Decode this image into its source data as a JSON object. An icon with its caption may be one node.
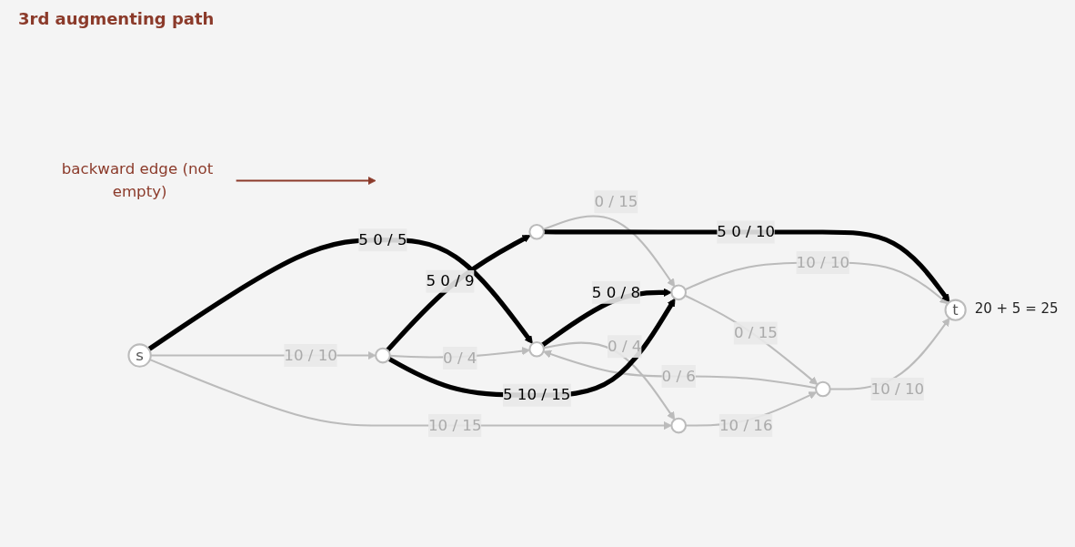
{
  "diagram": {
    "title": "3rd augmenting path",
    "nodes": [
      {
        "text": [],
        "shape": "circle"
      },
      {
        "text": [],
        "shape": "circle"
      },
      {
        "text": [
          "backward edge (not empty)"
        ]
      },
      {
        "text": [
          "s"
        ]
      },
      {
        "text": [],
        "shape": "circle"
      },
      {
        "text": [],
        "shape": "circle"
      },
      {
        "text": [
          "t"
        ],
        "beside": [
          "20 + 5 = 25"
        ]
      },
      {
        "text": [],
        "shape": "circle"
      },
      {
        "text": [],
        "shape": "circle"
      }
    ],
    "edges": [
      {
        "from": 3,
        "to": 4,
        "arrow": "to",
        "label": "5 0 / 5",
        "style": "thick",
        "color": "#000000"
      },
      {
        "from": 4,
        "to": 5,
        "arrow": "to",
        "label": "5 0 / 8",
        "style": "thick",
        "color": "#000000"
      },
      {
        "from": 5,
        "to": 6,
        "arrow": "to",
        "label": "10 / 10"
      },
      {
        "from": 5,
        "to": 8,
        "arrow": "to",
        "label": "0 / 15"
      },
      {
        "from": 8,
        "to": 4,
        "arrow": "to",
        "label": "0 / 6"
      },
      {
        "from": 8,
        "to": 6,
        "arrow": "to",
        "label": "10 / 10"
      },
      {
        "from": 4,
        "to": 7,
        "arrow": "to",
        "label": "0 / 4"
      },
      {
        "from": 7,
        "to": 8,
        "arrow": "to",
        "label": "10 / 16"
      },
      {
        "from": 3,
        "to": 0,
        "arrow": "to",
        "label": "10 / 10"
      },
      {
        "from": 3,
        "to": 7,
        "arrow": "to",
        "label": "10 / 15"
      },
      {
        "from": 0,
        "to": 1,
        "arrow": "to",
        "label": "5 0 / 9",
        "style": "thick",
        "color": "#000000"
      },
      {
        "from": 0,
        "to": 4,
        "arrow": "to",
        "label": "0 / 4"
      },
      {
        "from": 0,
        "to": 5,
        "arrow": "to",
        "label": "5 10 / 15",
        "style": "thick",
        "color": "#000000"
      },
      {
        "from": 1,
        "to": 5,
        "arrow": "to",
        "label": "0 / 15"
      },
      {
        "from": 1,
        "to": 6,
        "arrow": "to",
        "label": "5 0 / 10",
        "style": "thick",
        "color": "#000000"
      },
      {
        "from": 2,
        "to": null,
        "arrow": "to",
        "color": "#8b3a2a"
      }
    ]
  }
}
